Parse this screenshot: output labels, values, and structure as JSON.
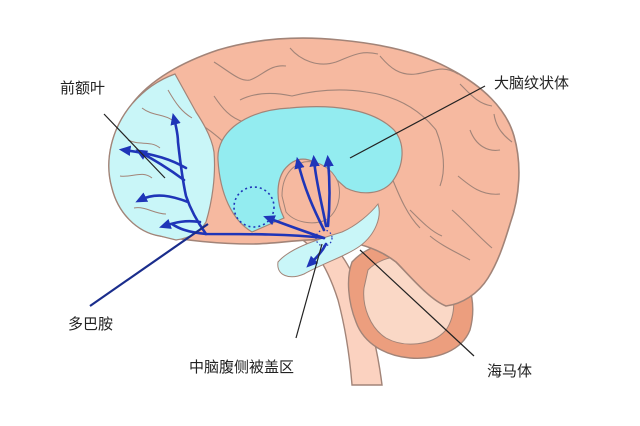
{
  "labels": {
    "prefrontal": "前额叶",
    "striatum": "大脑纹状体",
    "dopamine": "多巴胺",
    "vta": "中脑腹侧被盖区",
    "hippocampus": "海马体"
  },
  "colors": {
    "cortex": "#f6b9a0",
    "cortex_stroke": "#a28478",
    "prefrontal_region": "#c9f6f8",
    "striatum_region": "#93ecf0",
    "pathway": "#1f35b8",
    "dopamine_line": "#1a2d8c",
    "cerebellum": "#ec9e7e",
    "brainstem": "#fbd2c0"
  }
}
